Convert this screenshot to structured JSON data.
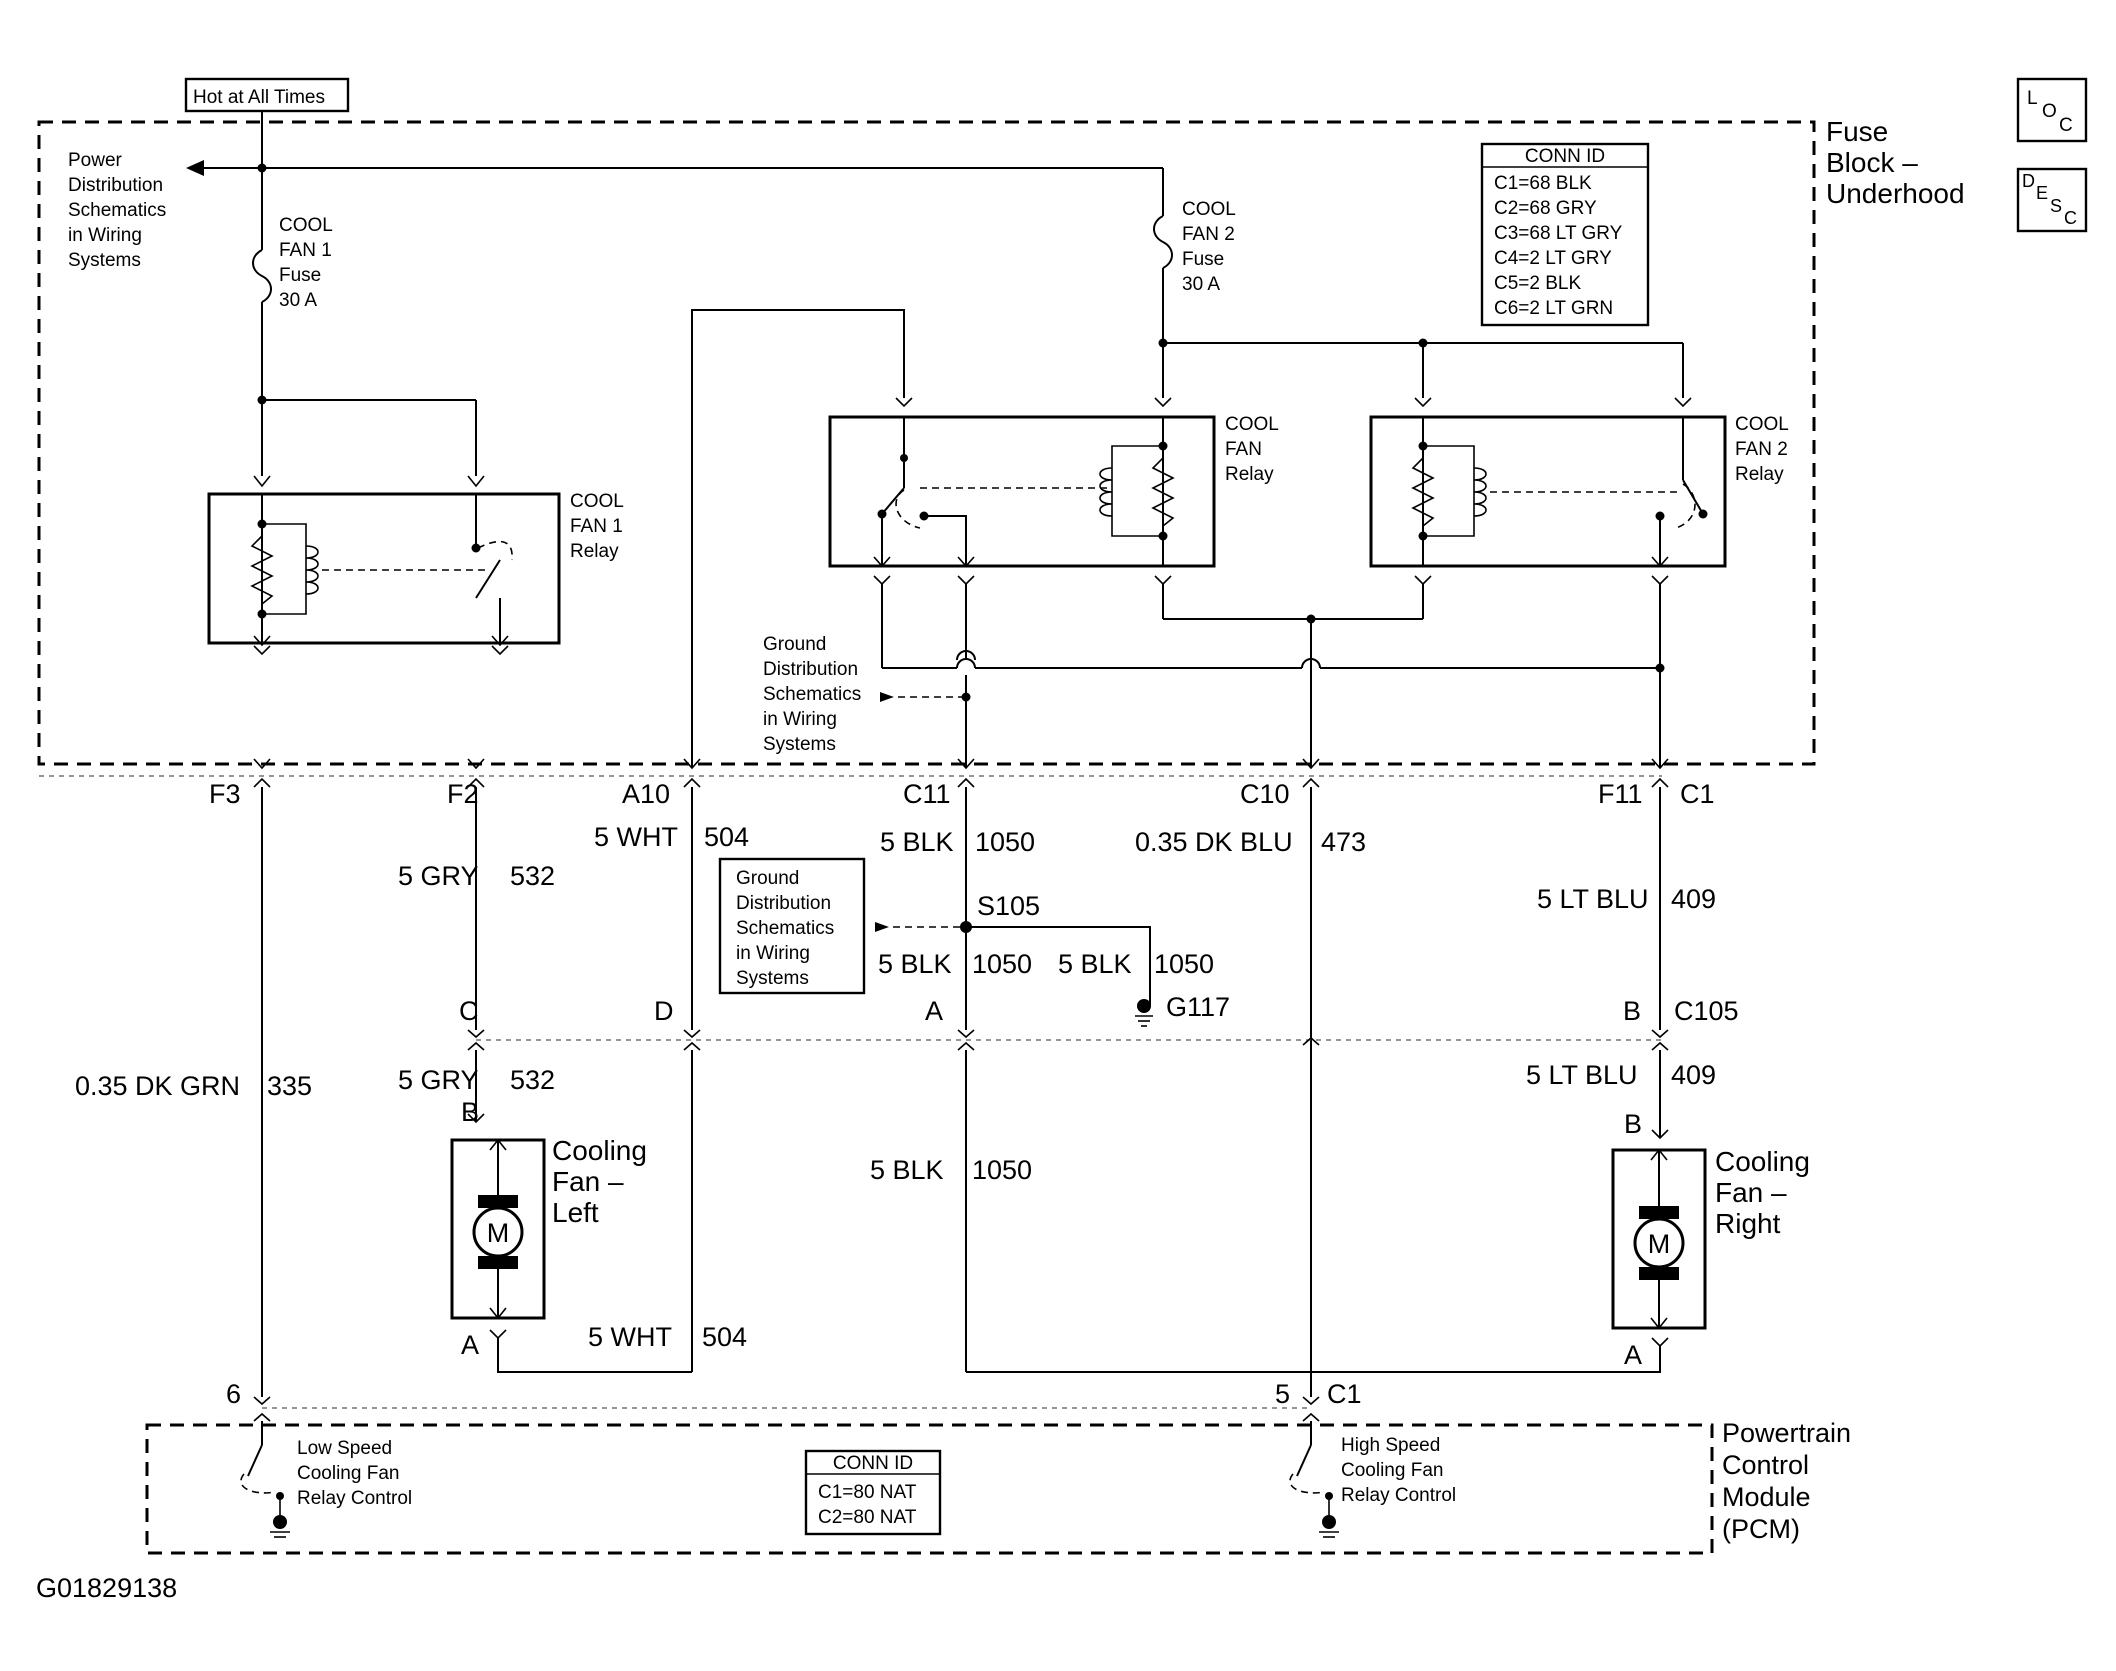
{
  "diagram_id": "G01829138",
  "icons": {
    "loc": "L O C",
    "desc": "D E S C"
  },
  "hot_label": "Hot at All Times",
  "fuse_block": {
    "title": [
      "Fuse",
      "Block –",
      "Underhood"
    ]
  },
  "pcm": {
    "title": [
      "Powertrain",
      "Control",
      "Module",
      "(PCM)"
    ]
  },
  "power_distribution": [
    "Power",
    "Distribution",
    "Schematics",
    "in Wiring",
    "Systems"
  ],
  "ground_distribution": [
    "Ground",
    "Distribution",
    "Schematics",
    "in Wiring",
    "Systems"
  ],
  "fuses": {
    "fan1": [
      "COOL",
      "FAN 1",
      "Fuse",
      "30 A"
    ],
    "fan2": [
      "COOL",
      "FAN 2",
      "Fuse",
      "30 A"
    ]
  },
  "relays": {
    "fan1": [
      "COOL",
      "FAN 1",
      "Relay"
    ],
    "fan": [
      "COOL",
      "FAN",
      "Relay"
    ],
    "fan2": [
      "COOL",
      "FAN 2",
      "Relay"
    ]
  },
  "conn_id_fuse": {
    "header": "CONN ID",
    "rows": [
      "C1=68 BLK",
      "C2=68 GRY",
      "C3=68 LT GRY",
      "C4=2 LT GRY",
      "C5=2 BLK",
      "C6=2 LT GRN"
    ]
  },
  "conn_id_pcm": {
    "header": "CONN ID",
    "rows": [
      "C1=80 NAT",
      "C2=80 NAT"
    ]
  },
  "pins": {
    "f3": "F3",
    "f2": "F2",
    "a10": "A10",
    "c11": "C11",
    "c10": "C10",
    "f11": "F11",
    "c1_top": "C1",
    "c": "C",
    "d": "D",
    "a_mid": "A",
    "b_mid": "B",
    "c105": "C105",
    "b_left": "B",
    "a_left": "A",
    "b_right": "B",
    "a_right": "A",
    "pin6": "6",
    "pin5": "5",
    "c1_bottom": "C1"
  },
  "wires": {
    "w532_top": [
      "5 GRY",
      "532"
    ],
    "w504_top": [
      "5 WHT",
      "504"
    ],
    "w1050_top": [
      "5 BLK",
      "1050"
    ],
    "w473": [
      "0.35 DK BLU",
      "473"
    ],
    "w409_top": [
      "5 LT BLU",
      "409"
    ],
    "w1050_s_left": [
      "5 BLK",
      "1050"
    ],
    "w1050_s_right": [
      "5 BLK",
      "1050"
    ],
    "w335": [
      "0.35 DK GRN",
      "335"
    ],
    "w532_bot": [
      "5 GRY",
      "532"
    ],
    "w409_bot": [
      "5 LT BLU",
      "409"
    ],
    "w1050_bot": [
      "5 BLK",
      "1050"
    ],
    "w504_bot": [
      "5 WHT",
      "504"
    ]
  },
  "splice": "S105",
  "ground": "G117",
  "fans": {
    "left": [
      "Cooling",
      "Fan –",
      "Left"
    ],
    "right": [
      "Cooling",
      "Fan –",
      "Right"
    ],
    "motor_symbol": "M"
  },
  "pcm_controls": {
    "low": [
      "Low Speed",
      "Cooling Fan",
      "Relay Control"
    ],
    "high": [
      "High Speed",
      "Cooling Fan",
      "Relay Control"
    ]
  }
}
